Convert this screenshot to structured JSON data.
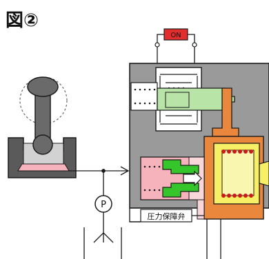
{
  "figure": {
    "title": "図②",
    "switch_label": "ON",
    "pressure_gauge_label": "P",
    "valve_label": "圧力保障弁"
  },
  "colors": {
    "housing": "#9a9a9a",
    "housing_dark": "#5a5a5a",
    "chamber_pink": "#f6b3bc",
    "chamber_light": "#f9d6d9",
    "piston_green": "#35c62b",
    "piston_green_light": "#b8e4a8",
    "orange_block": "#e9873c",
    "cylinder_yellow": "#f7f066",
    "switch_red": "#e32d2d",
    "spring_red": "#cc1a1a",
    "outline": "#1a1a1a"
  }
}
